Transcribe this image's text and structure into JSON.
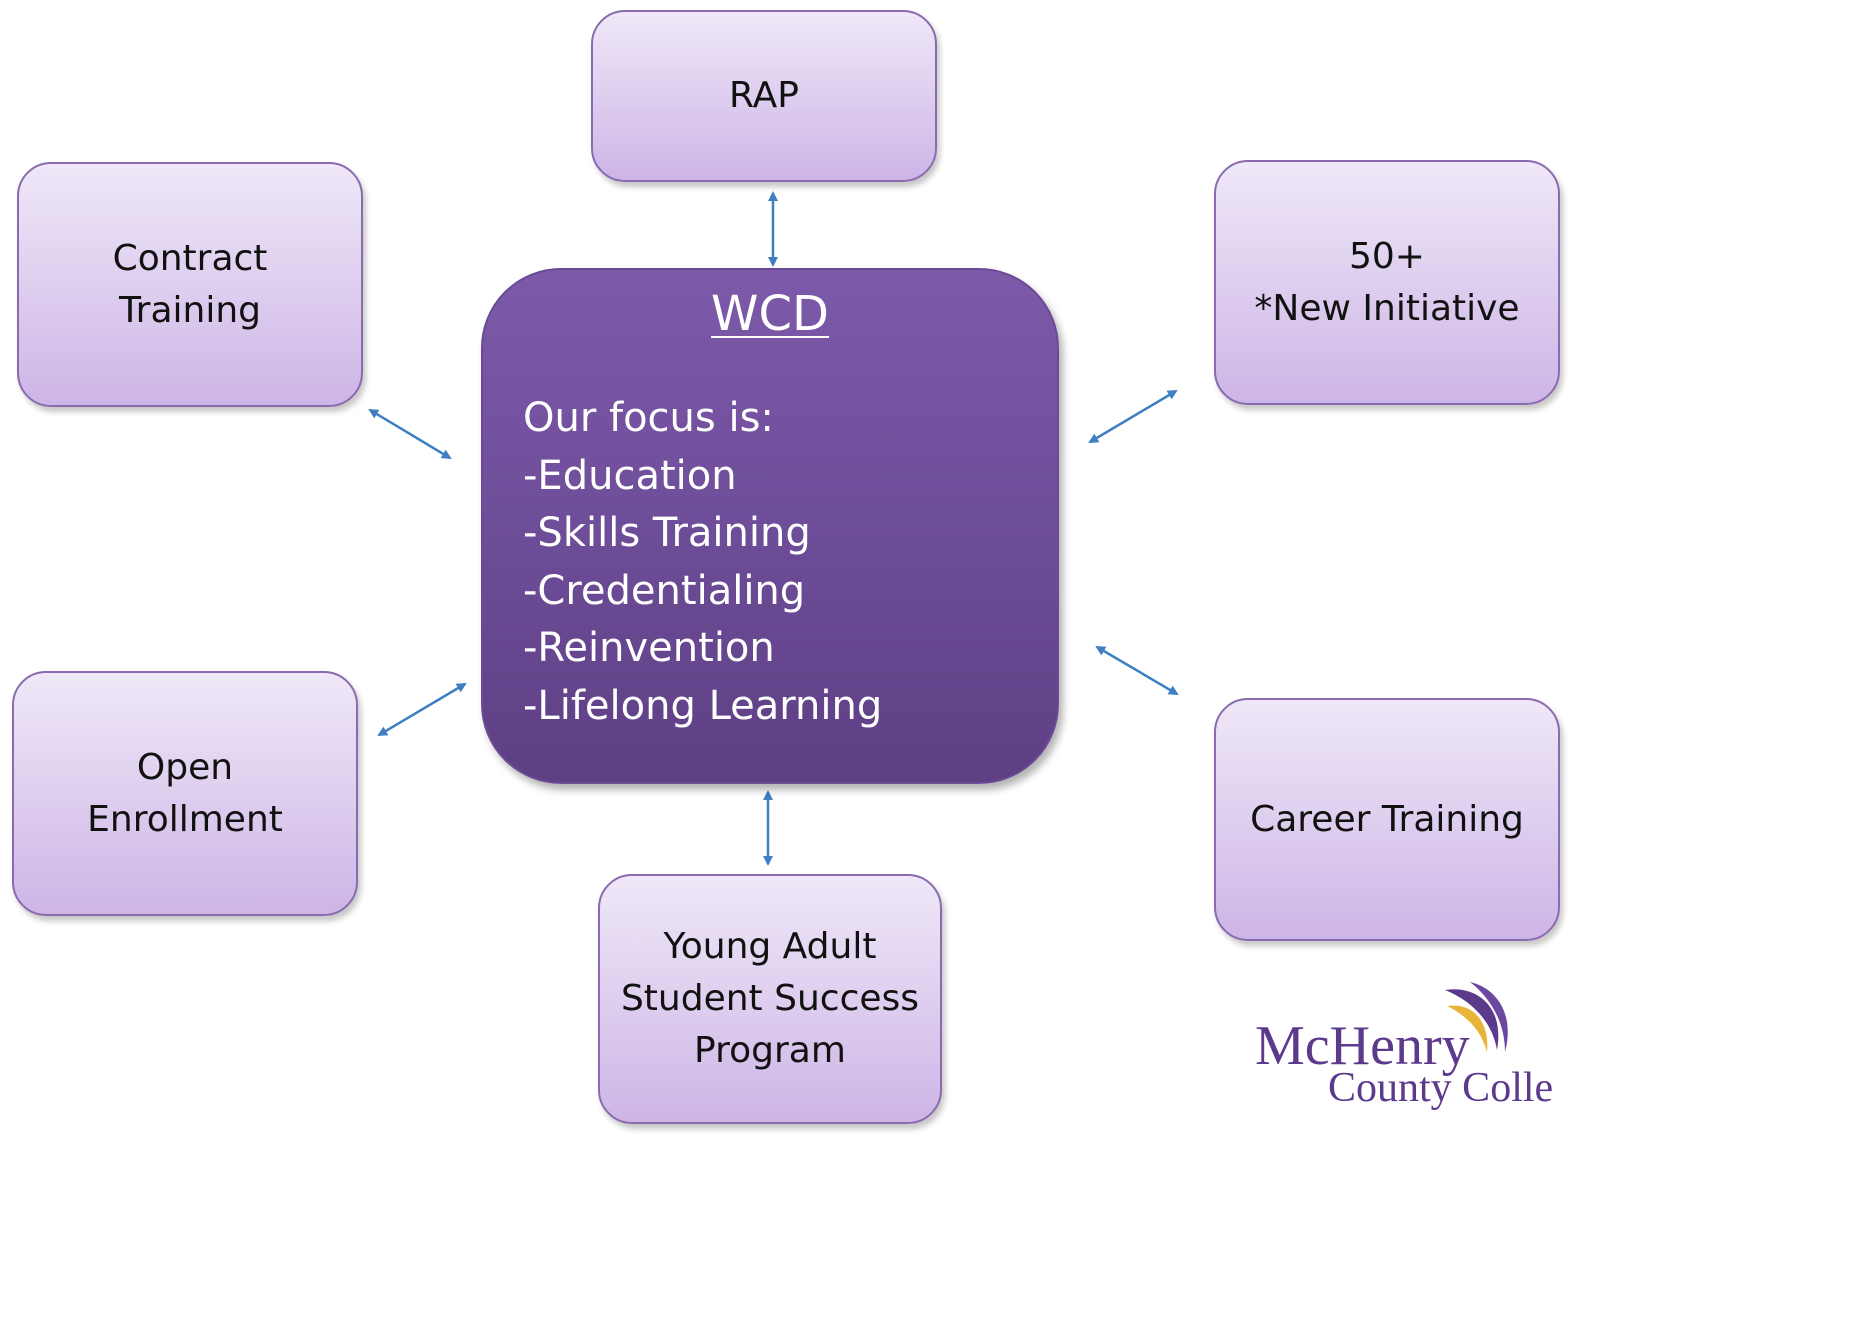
{
  "center": {
    "title": "WCD",
    "focus_intro": "Our focus is:",
    "focus_items": [
      "-Education",
      "-Skills Training",
      "-Credentialing",
      "-Reinvention",
      "-Lifelong Learning"
    ]
  },
  "nodes": {
    "rap": "RAP",
    "contract": "Contract\nTraining",
    "fifty": "50+\n*New Initiative",
    "open": "Open\nEnrollment",
    "career": "Career Training",
    "young": "Young Adult\nStudent Success\nProgram"
  },
  "logo": {
    "line1": "McHenry",
    "line2": "County Colle"
  },
  "colors": {
    "center_fill": "#7d5aa9",
    "node_fill": "#dcccee",
    "node_border": "#8a6bb0",
    "arrow": "#3d7fc1",
    "logo_text": "#5b3a8c",
    "logo_gold": "#e9b43a"
  }
}
